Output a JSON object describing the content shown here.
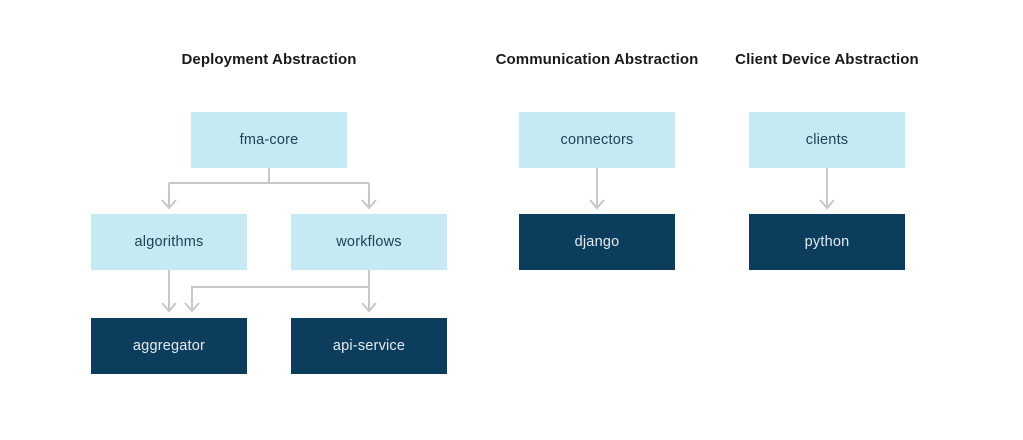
{
  "diagram": {
    "colors": {
      "background": "#ffffff",
      "light_node_fill": "#c6eaf4",
      "light_node_text": "#1d4254",
      "dark_node_fill": "#0d3d5c",
      "dark_node_text": "#e3ebf0",
      "title_text": "#1a1a1a",
      "connector": "#c7c7c7"
    },
    "sections": [
      {
        "title": "Deployment Abstraction",
        "nodes": [
          {
            "id": "fma-core",
            "label": "fma-core",
            "variant": "light"
          },
          {
            "id": "algorithms",
            "label": "algorithms",
            "variant": "light"
          },
          {
            "id": "workflows",
            "label": "workflows",
            "variant": "light"
          },
          {
            "id": "aggregator",
            "label": "aggregator",
            "variant": "dark"
          },
          {
            "id": "api-service",
            "label": "api-service",
            "variant": "dark"
          }
        ]
      },
      {
        "title": "Communication Abstraction",
        "nodes": [
          {
            "id": "connectors",
            "label": "connectors",
            "variant": "light"
          },
          {
            "id": "django",
            "label": "django",
            "variant": "dark"
          }
        ]
      },
      {
        "title": "Client Device Abstraction",
        "nodes": [
          {
            "id": "clients",
            "label": "clients",
            "variant": "light"
          },
          {
            "id": "python",
            "label": "python",
            "variant": "dark"
          }
        ]
      }
    ],
    "edges": [
      {
        "from": "fma-core",
        "to": "algorithms"
      },
      {
        "from": "fma-core",
        "to": "workflows"
      },
      {
        "from": "algorithms",
        "to": "aggregator"
      },
      {
        "from": "workflows",
        "to": "aggregator"
      },
      {
        "from": "workflows",
        "to": "api-service"
      },
      {
        "from": "connectors",
        "to": "django"
      },
      {
        "from": "clients",
        "to": "python"
      }
    ]
  }
}
